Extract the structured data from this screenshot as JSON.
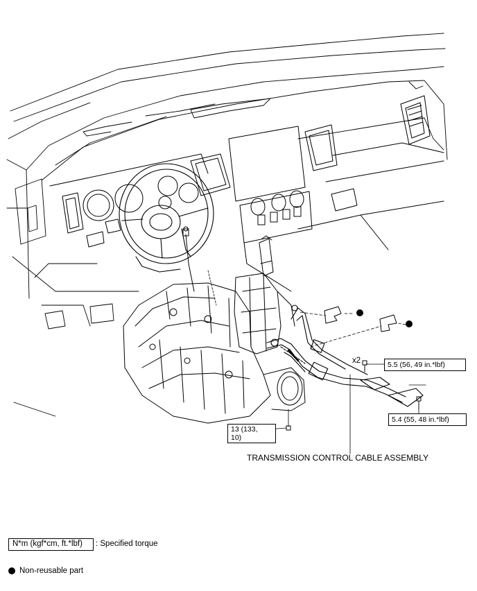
{
  "diagram": {
    "callouts": {
      "cable_name": "TRANSMISSION CONTROL CABLE ASSEMBLY",
      "torque_nut_upper": "5.5 (56, 49 in.*lbf)",
      "torque_nut_lower": "5.4 (55, 48 in.*lbf)",
      "torque_nut_shifter_line1": "13 (133,",
      "torque_nut_shifter_line2": "10)",
      "quantity": "x2"
    },
    "legend": {
      "torque_symbol": "N*m (kgf*cm, ft.*lbf)",
      "torque_desc": ": Specified torque",
      "nonreusable_desc": "Non-reusable part"
    }
  }
}
